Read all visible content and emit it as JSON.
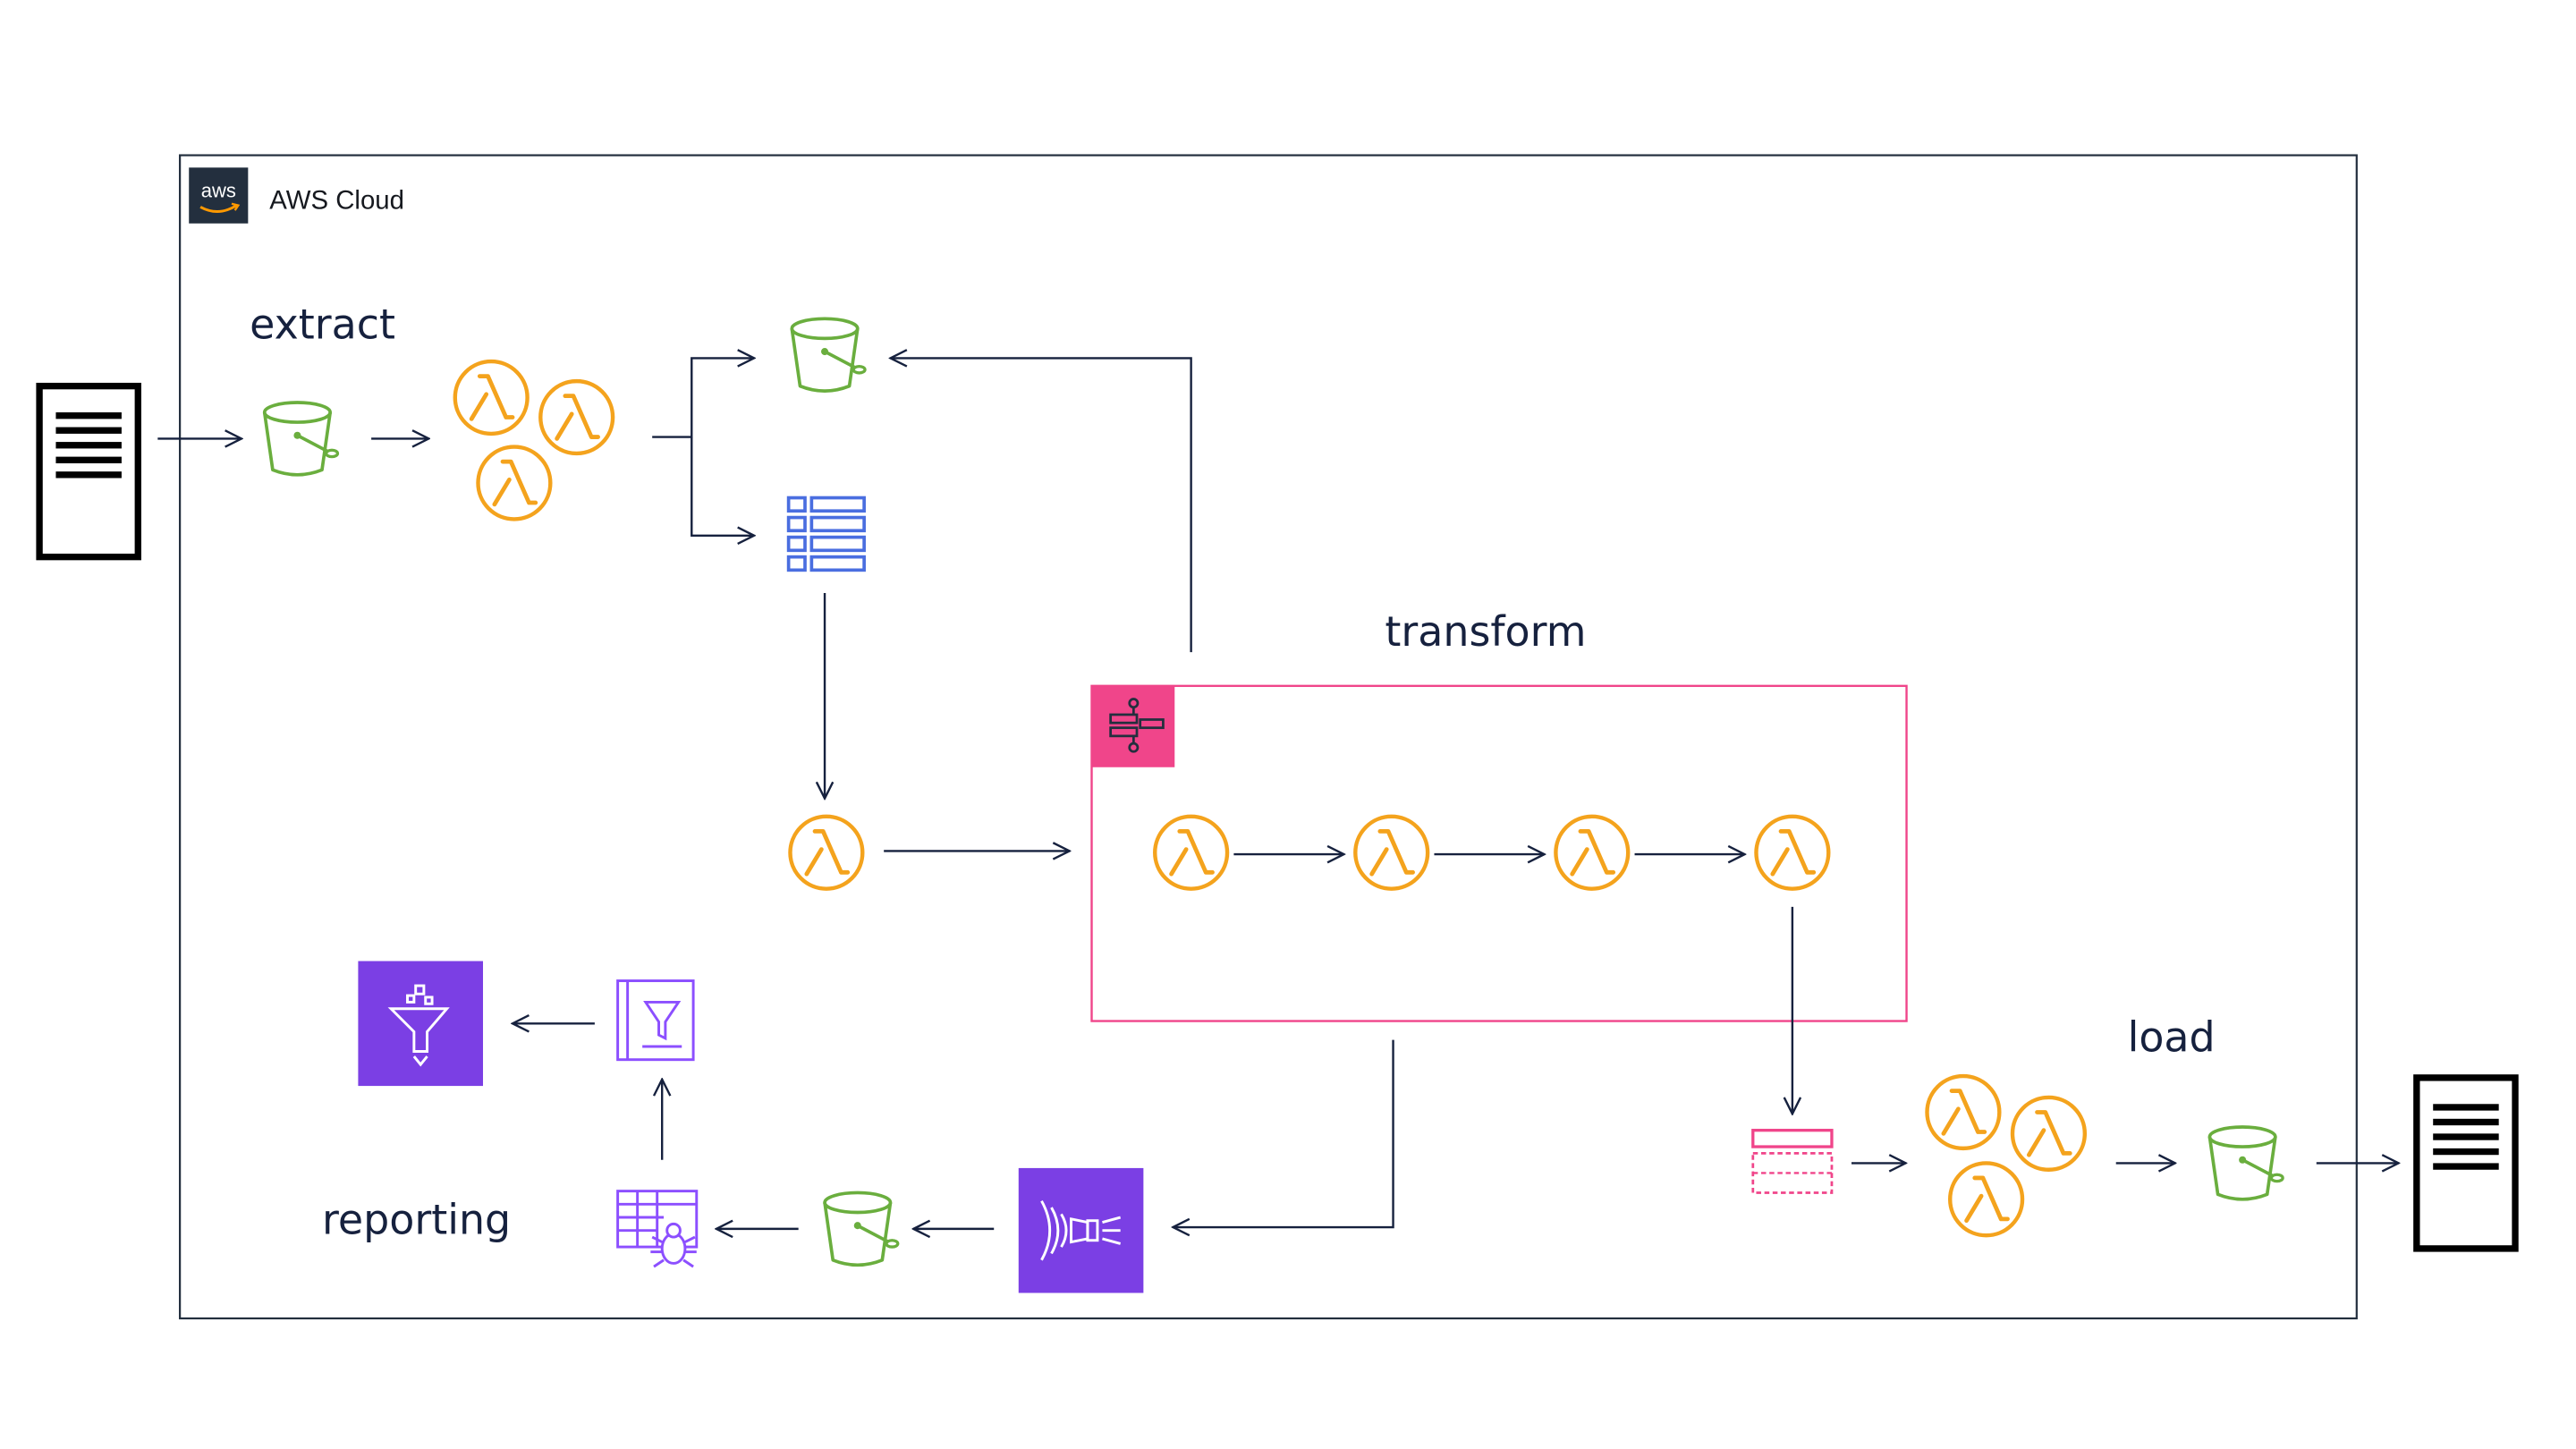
{
  "cloud": {
    "title": "AWS Cloud",
    "logo_text": "aws"
  },
  "stages": {
    "extract": "extract",
    "transform": "transform",
    "load": "load",
    "reporting": "reporting"
  },
  "icons": {
    "source_server": "server-icon",
    "destination_server": "server-icon",
    "bucket": "s3-bucket-icon",
    "lambda": "lambda-icon",
    "table": "dynamodb-table-icon",
    "step_functions": "step-functions-icon",
    "firehose": "kinesis-firehose-icon",
    "glue_crawler": "glue-crawler-icon",
    "athena": "athena-icon",
    "data_catalog": "glue-data-catalog-icon",
    "table_buffer": "table-buffer-icon"
  },
  "colors": {
    "lambda": "#f4a31d",
    "s3": "#6aae3e",
    "table": "#4a6ee0",
    "step_functions": "#f0458a",
    "analytics": "#8c4fff",
    "line": "#16213e",
    "cloud_logo_bg": "#232f3e"
  }
}
